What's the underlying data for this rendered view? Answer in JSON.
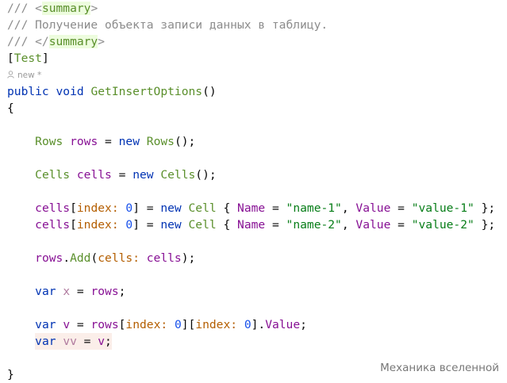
{
  "code": {
    "comment_open_prefix": "/// <",
    "comment_open_tag": "summary",
    "comment_open_suffix": ">",
    "comment_text": "/// Получение объекта записи данных в таблицу.",
    "comment_close_prefix": "/// </",
    "comment_close_tag": "summary",
    "comment_close_suffix": ">",
    "attr_open": "[",
    "attr_name": "Test",
    "attr_close": "]",
    "usage_hint": "new *",
    "kw_public": "public",
    "kw_void": "void",
    "method_name": "GetInsertOptions",
    "method_parens": "()",
    "brace_open": "{",
    "brace_close": "}",
    "l1_type": "Rows",
    "l1_var": "rows",
    "l1_eq": " = ",
    "l1_new": "new",
    "l1_ctor": "Rows",
    "l1_end": "();",
    "l2_type": "Cells",
    "l2_var": "cells",
    "l2_eq": " = ",
    "l2_new": "new",
    "l2_ctor": "Cells",
    "l2_end": "();",
    "l3_var": "cells",
    "l3_open": "[",
    "l3_param": "index:",
    "l3_num": "0",
    "l3_close": "] = ",
    "l3_new": "new",
    "l3_type": "Cell",
    "l3_brace": " { ",
    "l3_prop1": "Name",
    "l3_eq1": " = ",
    "l3_str1": "\"name-1\"",
    "l3_comma": ", ",
    "l3_prop2": "Value",
    "l3_eq2": " = ",
    "l3_str2": "\"value-1\"",
    "l3_end": " };",
    "l4_var": "cells",
    "l4_open": "[",
    "l4_param": "index:",
    "l4_num": "0",
    "l4_close": "] = ",
    "l4_new": "new",
    "l4_type": "Cell",
    "l4_brace": " { ",
    "l4_prop1": "Name",
    "l4_eq1": " = ",
    "l4_str1": "\"name-2\"",
    "l4_comma": ", ",
    "l4_prop2": "Value",
    "l4_eq2": " = ",
    "l4_str2": "\"value-2\"",
    "l4_end": " };",
    "l5_var": "rows",
    "l5_dot": ".",
    "l5_method": "Add",
    "l5_open": "(",
    "l5_param": "cells:",
    "l5_arg": " cells",
    "l5_end": ");",
    "l6_kw": "var",
    "l6_var": "x",
    "l6_eq": " = ",
    "l6_val": "rows",
    "l6_end": ";",
    "l7_kw": "var",
    "l7_var": "v",
    "l7_eq": " = ",
    "l7_rows": "rows",
    "l7_open1": "[",
    "l7_param1": "index:",
    "l7_num1": "0",
    "l7_close1": "][",
    "l7_param2": "index:",
    "l7_num2": "0",
    "l7_close2": "].",
    "l7_prop": "Value",
    "l7_end": ";",
    "l8_kw": "var",
    "l8_var": "vv",
    "l8_eq": " = ",
    "l8_val": "v",
    "l8_end": ";"
  },
  "watermark": "Механика вселенной",
  "colors": {
    "keyword": "#0033b3",
    "type": "#5a8f2b",
    "string": "#067d17",
    "number": "#1750eb",
    "comment": "#8c8c8c",
    "parameter_hint": "#b45e00",
    "property": "#871094",
    "highlight_line": "#fbeee9"
  }
}
